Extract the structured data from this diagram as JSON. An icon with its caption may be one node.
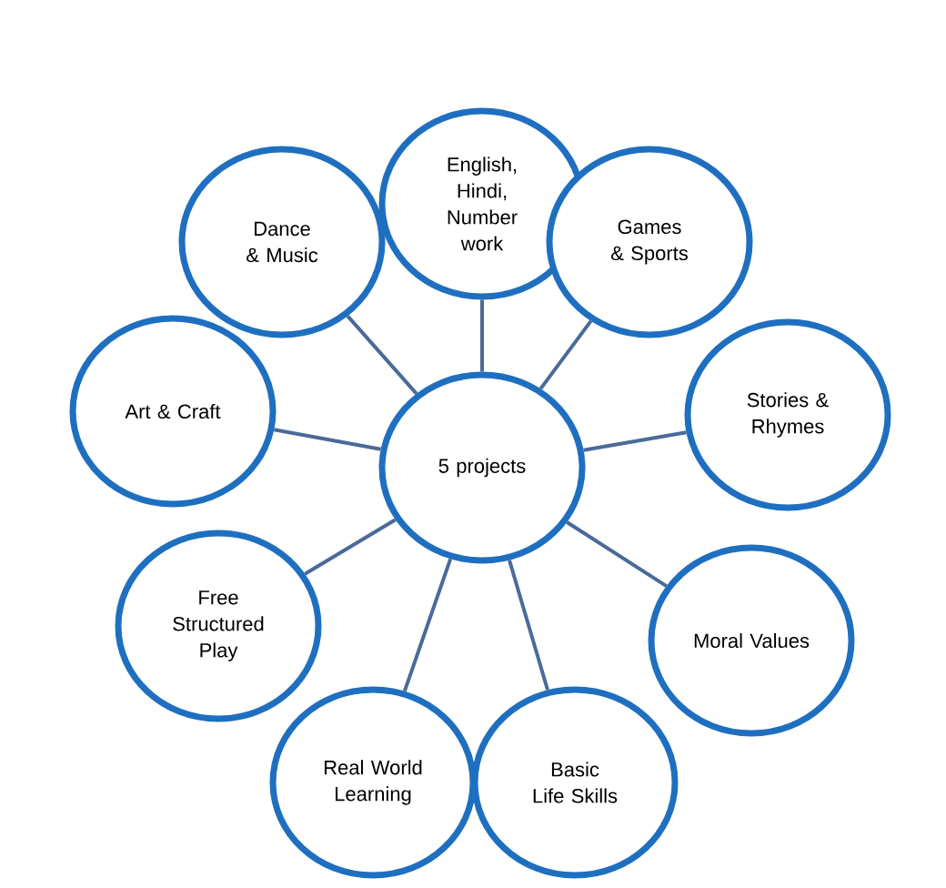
{
  "diagram": {
    "nodes": [
      {
        "text": [
          "5 projects"
        ]
      },
      {
        "text": [
          "English, Hindi, Number work"
        ]
      },
      {
        "text": [
          "Games & Sports"
        ]
      },
      {
        "text": [
          "Stories & Rhymes"
        ]
      },
      {
        "text": [
          "Moral Values"
        ]
      },
      {
        "text": [
          "Basic Life Skills"
        ]
      },
      {
        "text": [
          "Real World Learning"
        ]
      },
      {
        "text": [
          "Free Structured Play"
        ]
      },
      {
        "text": [
          "Art & Craft"
        ]
      },
      {
        "text": [
          "Dance & Music"
        ]
      }
    ],
    "edges": [
      {
        "from": 0,
        "to": 1,
        "arrow": "none"
      },
      {
        "from": 0,
        "to": 2,
        "arrow": "none"
      },
      {
        "from": 0,
        "to": 3,
        "arrow": "none"
      },
      {
        "from": 0,
        "to": 4,
        "arrow": "none"
      },
      {
        "from": 0,
        "to": 5,
        "arrow": "none"
      },
      {
        "from": 0,
        "to": 6,
        "arrow": "none"
      },
      {
        "from": 0,
        "to": 7,
        "arrow": "none"
      },
      {
        "from": 0,
        "to": 8,
        "arrow": "none"
      },
      {
        "from": 0,
        "to": 9,
        "arrow": "none"
      }
    ]
  }
}
